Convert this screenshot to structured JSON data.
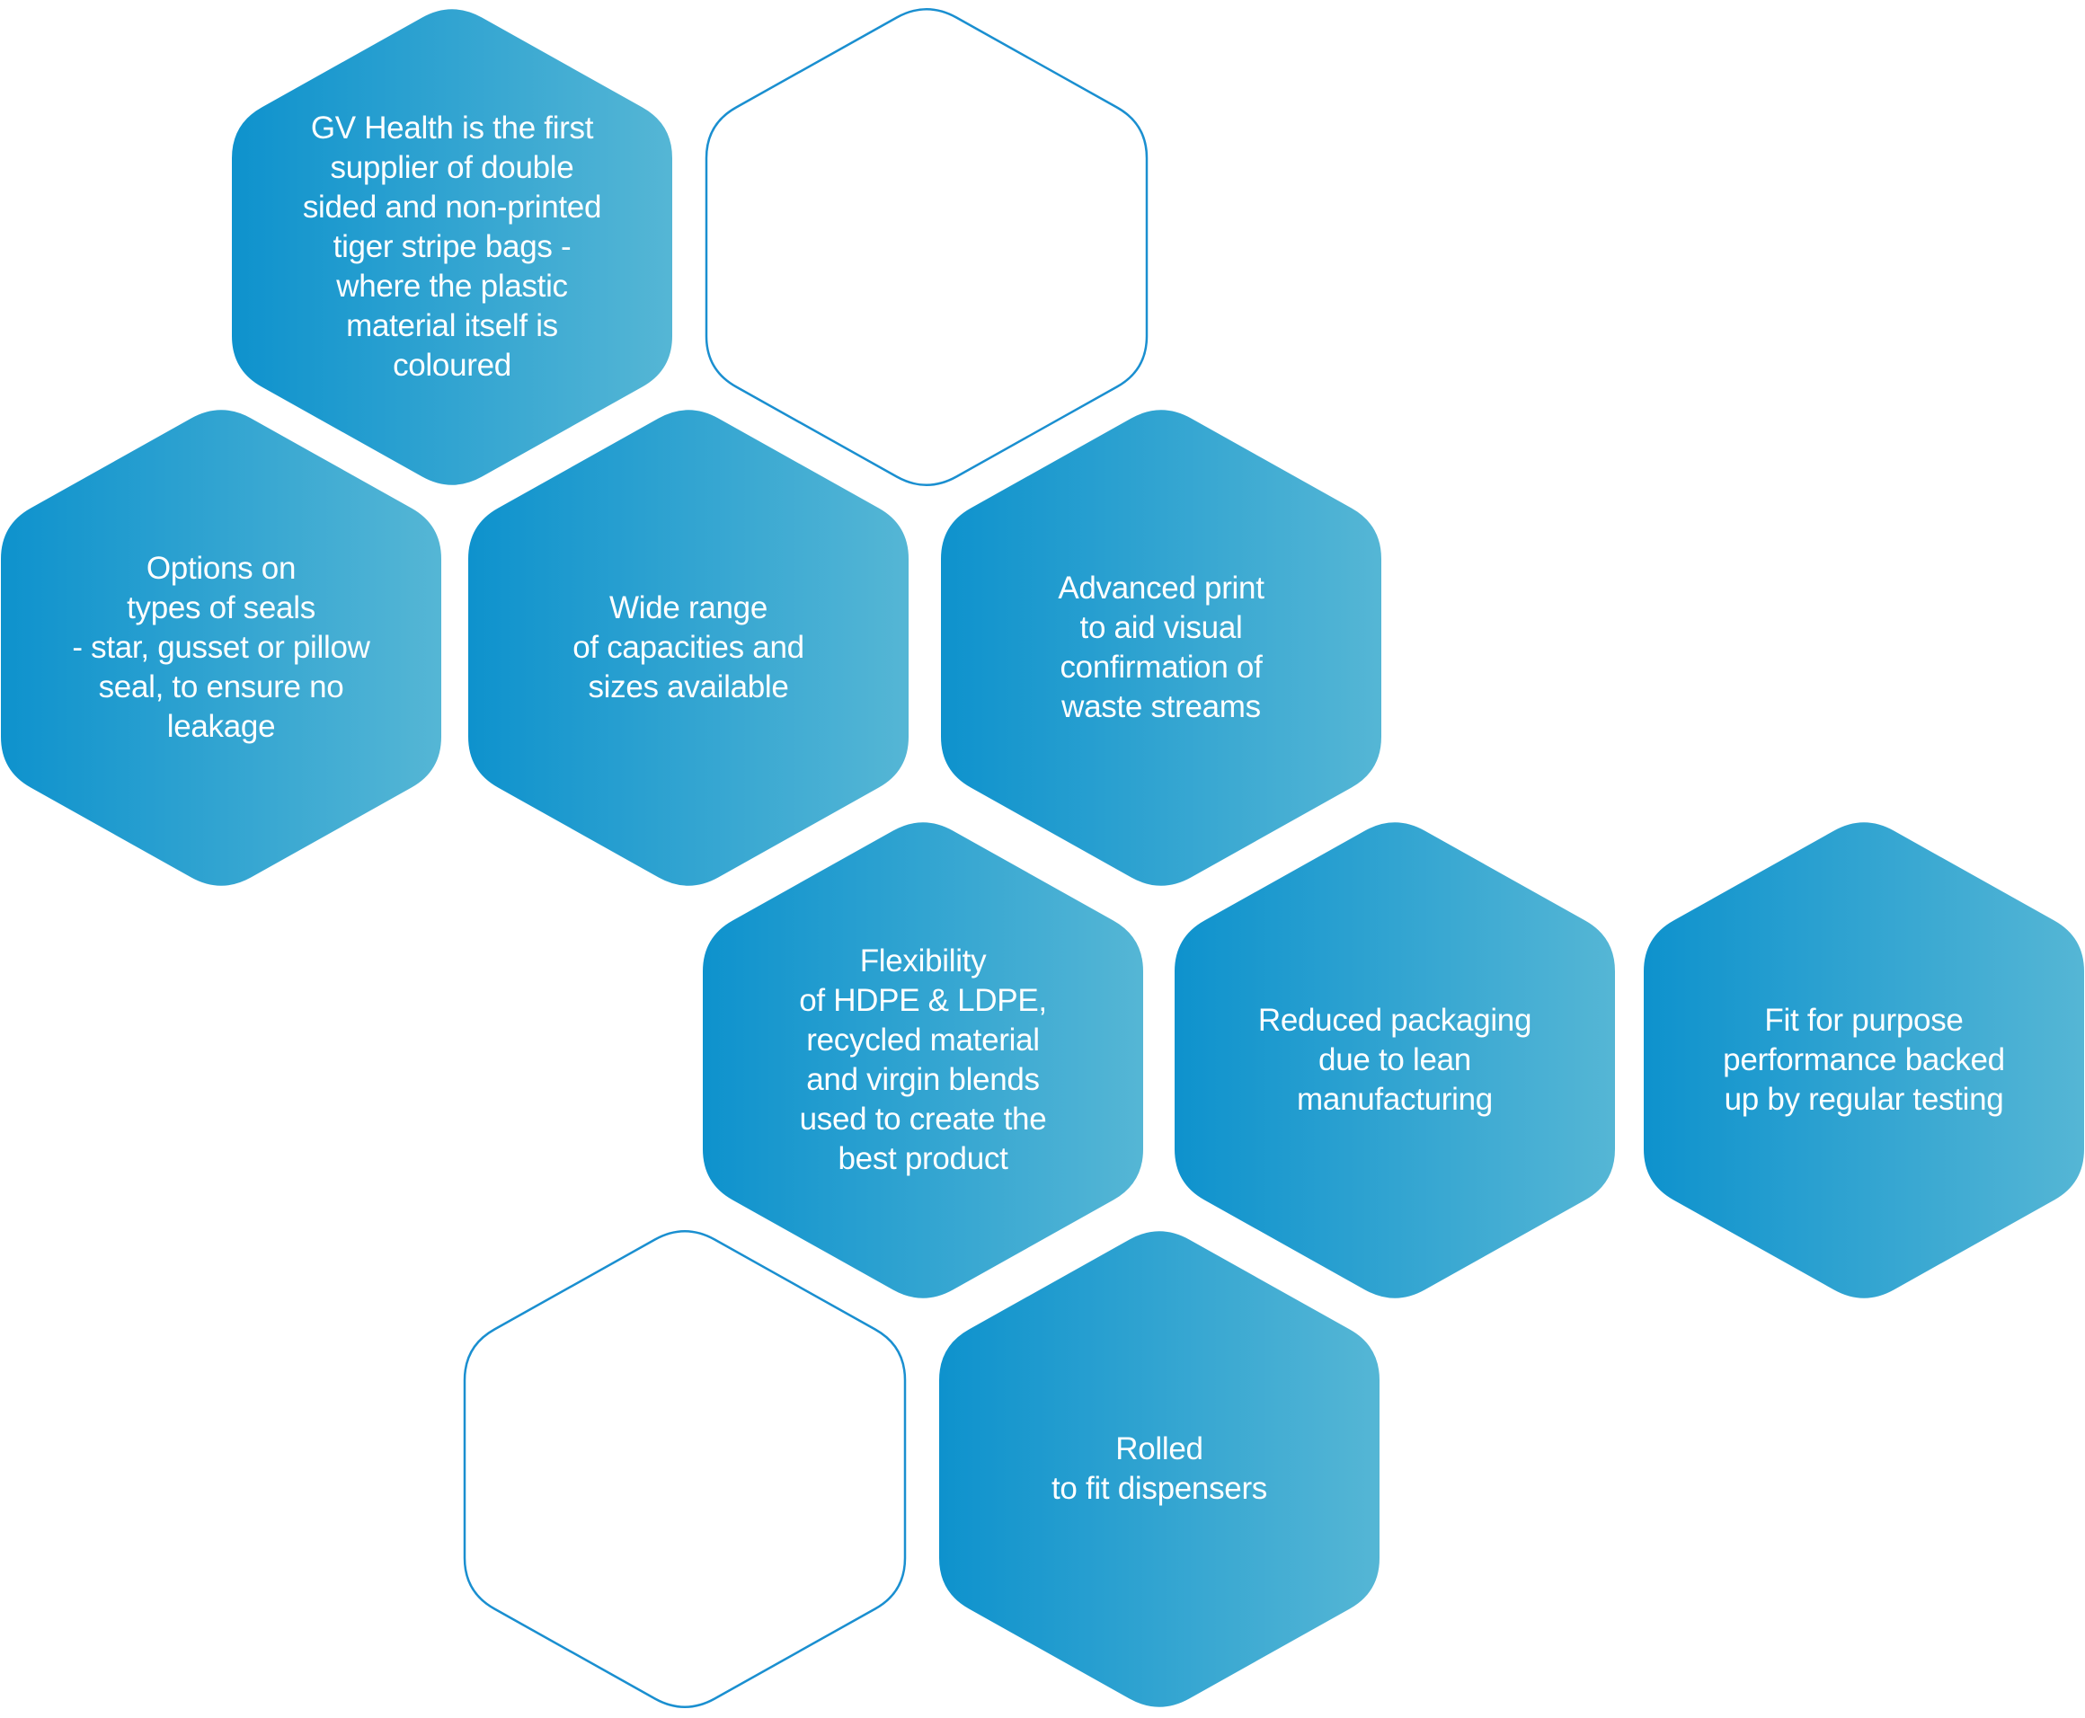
{
  "colors": {
    "gradient_start": "#0e92cd",
    "gradient_end": "#55b6d5",
    "outline": "#1a8fd0"
  },
  "hexagons": [
    {
      "id": "gv-health-first",
      "filled": true,
      "text": "GV Health is the first\nsupplier of double\nsided and non-printed\ntiger stripe bags -\nwhere the plastic\nmaterial itself is\ncoloured"
    },
    {
      "id": "empty-top",
      "filled": false,
      "text": ""
    },
    {
      "id": "seal-options",
      "filled": true,
      "text": "Options on\ntypes of seals\n- star, gusset or pillow\nseal, to ensure no\nleakage"
    },
    {
      "id": "wide-range",
      "filled": true,
      "text": "Wide range\nof capacities and\nsizes available"
    },
    {
      "id": "advanced-print",
      "filled": true,
      "text": "Advanced print\nto aid visual\nconfirmation of\nwaste streams"
    },
    {
      "id": "flexibility",
      "filled": true,
      "text": "Flexibility\nof HDPE & LDPE,\nrecycled material\nand virgin blends\nused to create the\nbest product"
    },
    {
      "id": "reduced-packaging",
      "filled": true,
      "text": "Reduced packaging\ndue to lean\nmanufacturing"
    },
    {
      "id": "fit-for-purpose",
      "filled": true,
      "text": "Fit for purpose\nperformance backed\nup by regular testing"
    },
    {
      "id": "empty-bottom",
      "filled": false,
      "text": ""
    },
    {
      "id": "rolled",
      "filled": true,
      "text": "Rolled\nto fit dispensers"
    }
  ]
}
